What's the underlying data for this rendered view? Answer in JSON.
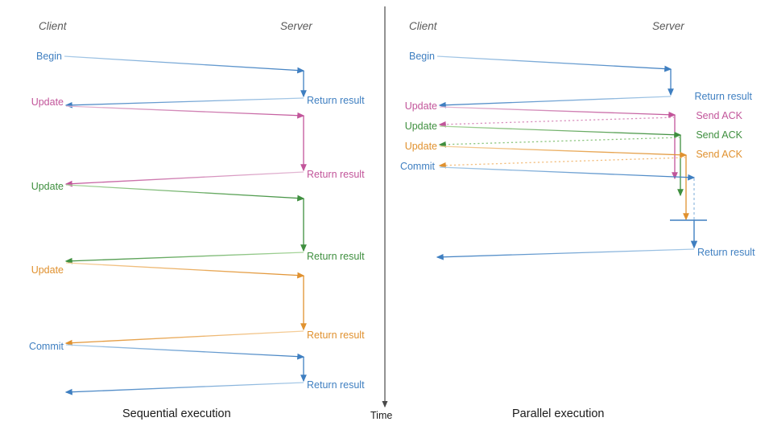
{
  "figure": {
    "title_left": "Sequential execution",
    "title_right": "Parallel execution",
    "time_axis_label": "Time",
    "divider_color": "#4a4a4a",
    "actor_color": "#5a5a5a"
  },
  "colors": {
    "blue": "#3f7fc1",
    "blue_light": "#7fb0de",
    "pink": "#c2559a",
    "pink_light": "#dba3c6",
    "green": "#3f8f3f",
    "green_light": "#8cc67f",
    "orange": "#e0912f",
    "orange_light": "#f3be7e",
    "text_dark": "#1a1a1a",
    "gray": "#5a5a5a"
  },
  "left_panel": {
    "name": "Sequential execution",
    "actors": {
      "client": "Client",
      "server": "Server"
    },
    "caption": "Sequential execution",
    "messages": [
      {
        "label": "Begin",
        "side": "client",
        "color": "blue"
      },
      {
        "label": "Return result",
        "side": "server",
        "color": "blue"
      },
      {
        "label": "Update",
        "side": "client",
        "color": "pink"
      },
      {
        "label": "Return result",
        "side": "server",
        "color": "pink"
      },
      {
        "label": "Update",
        "side": "client",
        "color": "green"
      },
      {
        "label": "Return result",
        "side": "server",
        "color": "green"
      },
      {
        "label": "Update",
        "side": "client",
        "color": "orange"
      },
      {
        "label": "Return result",
        "side": "server",
        "color": "orange"
      },
      {
        "label": "Commit",
        "side": "client",
        "color": "blue"
      },
      {
        "label": "Return result",
        "side": "server",
        "color": "blue"
      }
    ]
  },
  "right_panel": {
    "name": "Parallel execution",
    "actors": {
      "client": "Client",
      "server": "Server"
    },
    "caption": "Parallel execution",
    "messages": [
      {
        "label": "Begin",
        "side": "client",
        "color": "blue"
      },
      {
        "label": "Return result",
        "side": "server",
        "color": "blue"
      },
      {
        "label": "Update",
        "side": "client",
        "color": "pink"
      },
      {
        "label": "Send ACK",
        "side": "server",
        "color": "pink"
      },
      {
        "label": "Update",
        "side": "client",
        "color": "green"
      },
      {
        "label": "Send ACK",
        "side": "server",
        "color": "green"
      },
      {
        "label": "Update",
        "side": "client",
        "color": "orange"
      },
      {
        "label": "Send ACK",
        "side": "server",
        "color": "orange"
      },
      {
        "label": "Commit",
        "side": "client",
        "color": "blue"
      },
      {
        "label": "Return result",
        "side": "server",
        "color": "blue"
      }
    ]
  },
  "labels": {
    "l_client": "Client",
    "l_server": "Server",
    "r_client": "Client",
    "r_server": "Server",
    "l_begin": "Begin",
    "l_ret1": "Return result",
    "l_upd1": "Update",
    "l_ret2": "Return result",
    "l_upd2": "Update",
    "l_ret3": "Return result",
    "l_upd3": "Update",
    "l_ret4": "Return result",
    "l_commit": "Commit",
    "l_ret5": "Return result",
    "r_begin": "Begin",
    "r_ret1": "Return result",
    "r_upd1": "Update",
    "r_ack1": "Send ACK",
    "r_upd2": "Update",
    "r_ack2": "Send ACK",
    "r_upd3": "Update",
    "r_ack3": "Send ACK",
    "r_commit": "Commit",
    "r_ret2": "Return result",
    "caption_left": "Sequential execution",
    "caption_right": "Parallel execution",
    "time": "Time"
  }
}
